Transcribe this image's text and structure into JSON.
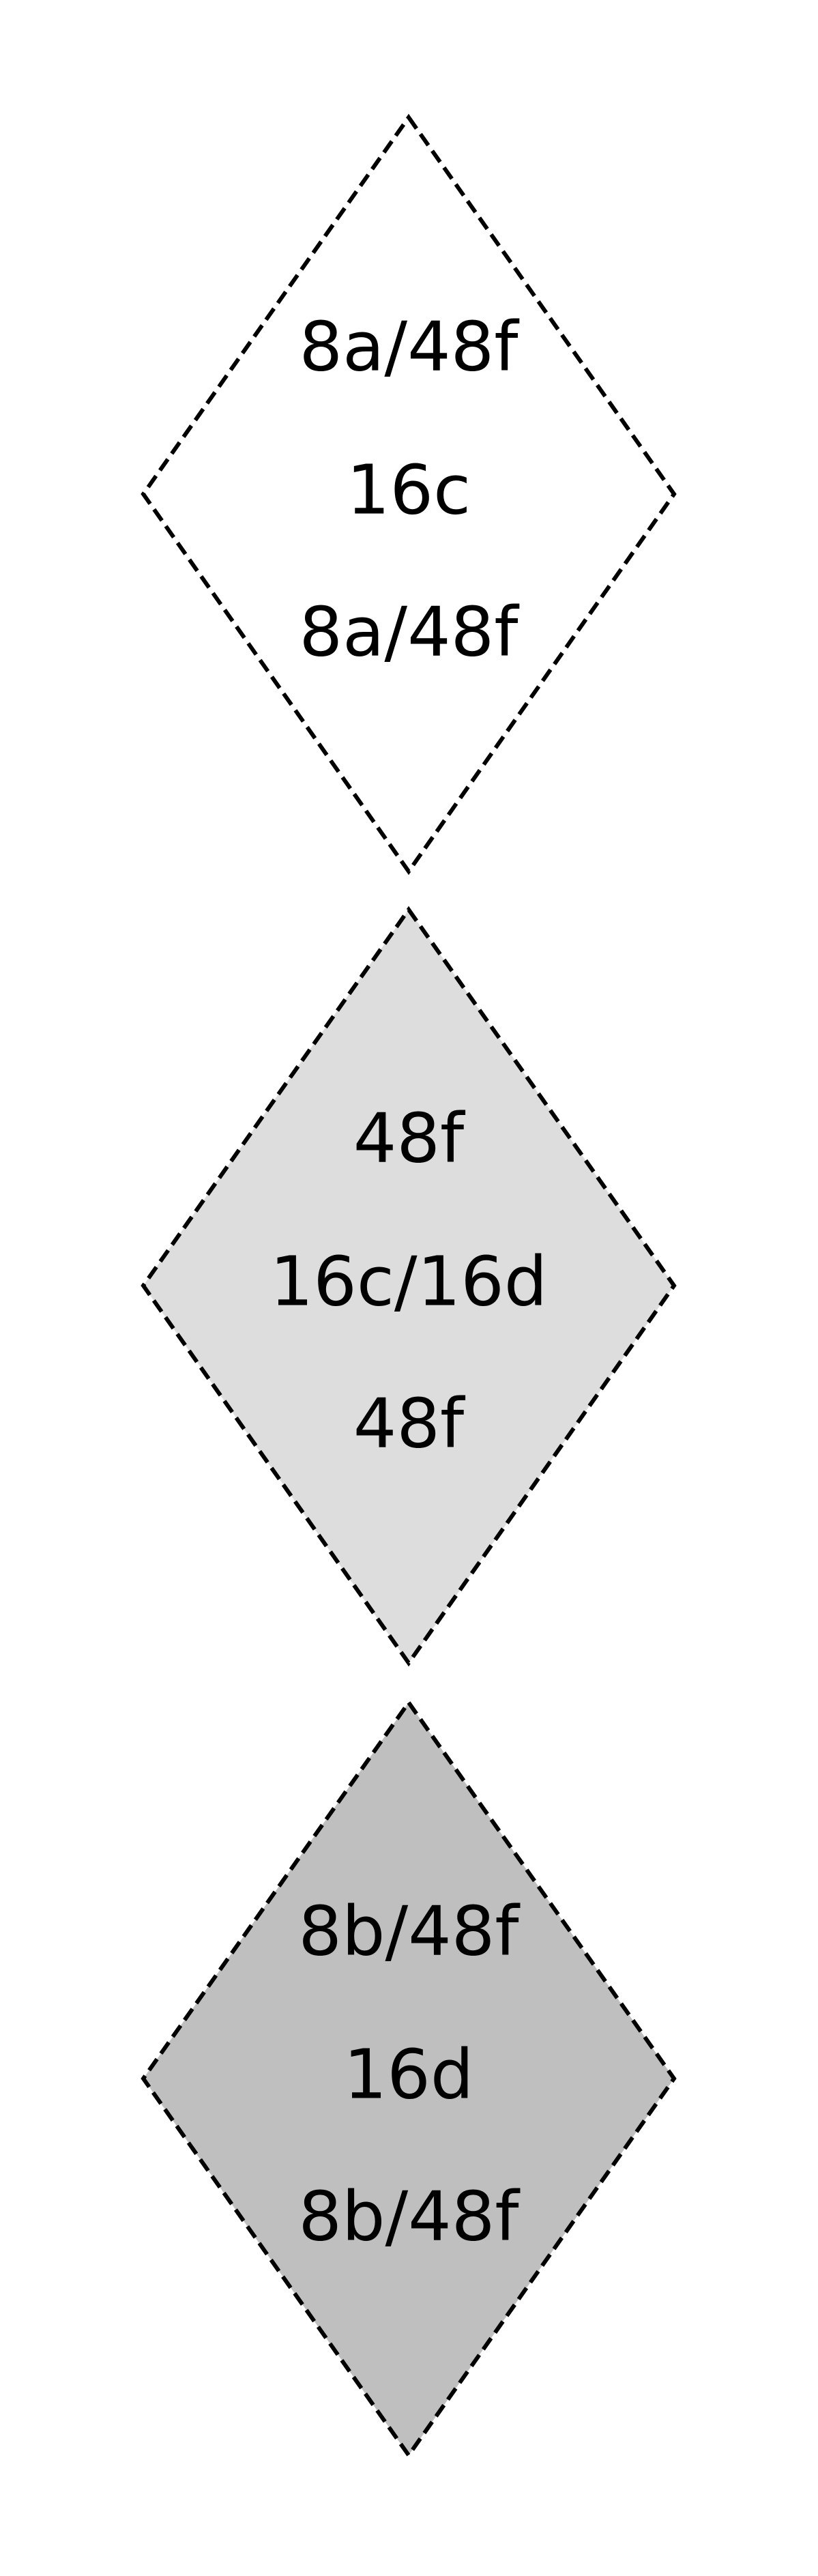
{
  "diamonds": [
    {
      "fill": "#ffffff",
      "lines": [
        "8a/48f",
        "16c",
        "8a/48f"
      ]
    },
    {
      "fill": "#dddddd",
      "lines": [
        "48f",
        "16c/16d",
        "48f"
      ]
    },
    {
      "fill": "#bfbfbf",
      "lines": [
        "8b/48f",
        "16d",
        "8b/48f"
      ]
    }
  ]
}
